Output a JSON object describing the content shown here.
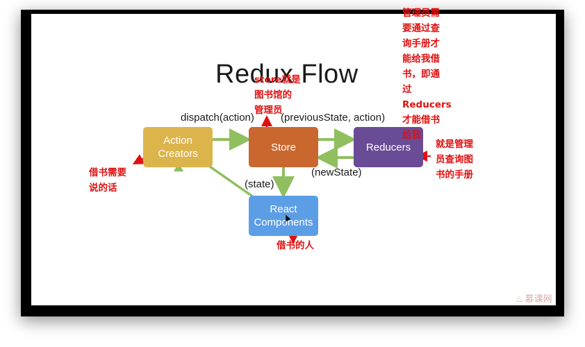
{
  "diagram": {
    "title": "Redux Flow",
    "nodes": {
      "action_creators": [
        "Action",
        "Creators"
      ],
      "store": "Store",
      "reducers": "Reducers",
      "react_components": [
        "React",
        "Components"
      ]
    },
    "edge_labels": {
      "dispatch": "dispatch(action)",
      "previous_state": "(previousState, action)",
      "new_state": "(newState)",
      "state": "(state)"
    },
    "colors": {
      "action_creators": "#dcb44c",
      "store": "#c9672f",
      "reducers": "#694b96",
      "react_components": "#5c9ee6",
      "arrow": "#8fbf5e",
      "annotation": "#e01010"
    }
  },
  "annotations": {
    "store_note": [
      "store就是",
      "图书馆的",
      "管理员"
    ],
    "reducers_note": [
      "管理员需",
      "要通过查",
      "询手册才",
      "能给我借",
      "书，即通",
      "过",
      "Reducers",
      "才能借书",
      "给我"
    ],
    "manager_note": [
      "就是管理",
      "员查询图",
      "书的手册"
    ],
    "action_note": [
      "借书需要",
      "说的话"
    ],
    "react_note": "借书的人"
  },
  "watermark": {
    "icon": "flame-icon",
    "text": "慕课网"
  }
}
